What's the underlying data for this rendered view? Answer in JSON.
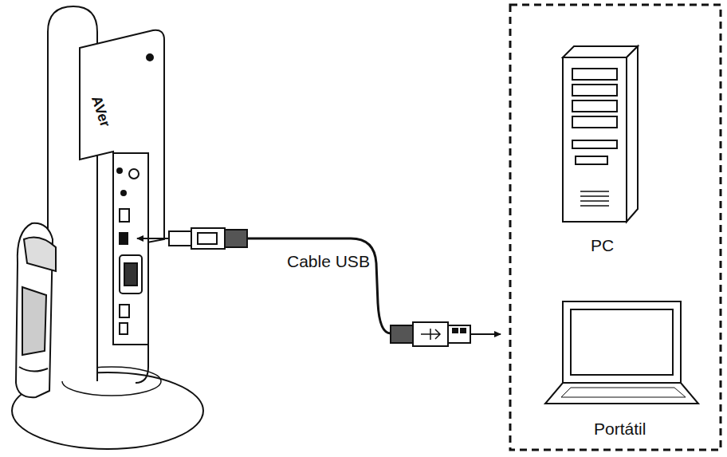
{
  "diagram": {
    "nodes": [
      {
        "text": [
          "PC"
        ]
      },
      {
        "text": [
          "Portátil"
        ]
      }
    ],
    "labels": [
      "AVer",
      "Cable USB"
    ]
  }
}
